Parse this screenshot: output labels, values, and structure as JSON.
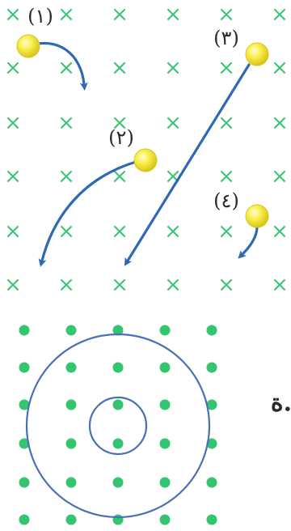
{
  "colors": {
    "field_mark": "#3fc47a",
    "dot_mark": "#35c46f",
    "path": "#2f68b3",
    "circle": "#4a6fb5",
    "ball_fill": "#f4ec3a",
    "ball_edge": "#d8c820",
    "text": "#2b2b2b"
  },
  "top_panel": {
    "field_symbol": "×",
    "field_direction": "into-page",
    "particles": [
      {
        "label": "(١)",
        "trajectory": "curves-clockwise-down-right"
      },
      {
        "label": "(٢)",
        "trajectory": "curves-counterclockwise-down-left"
      },
      {
        "label": "(٣)",
        "trajectory": "straight-down-left"
      },
      {
        "label": "(٤)",
        "trajectory": "short-curve-down-left"
      }
    ]
  },
  "bottom_panel": {
    "field_symbol": "•",
    "field_direction": "out-of-page",
    "circles": [
      "large-orbit",
      "small-orbit"
    ]
  },
  "margin_text": "ة."
}
